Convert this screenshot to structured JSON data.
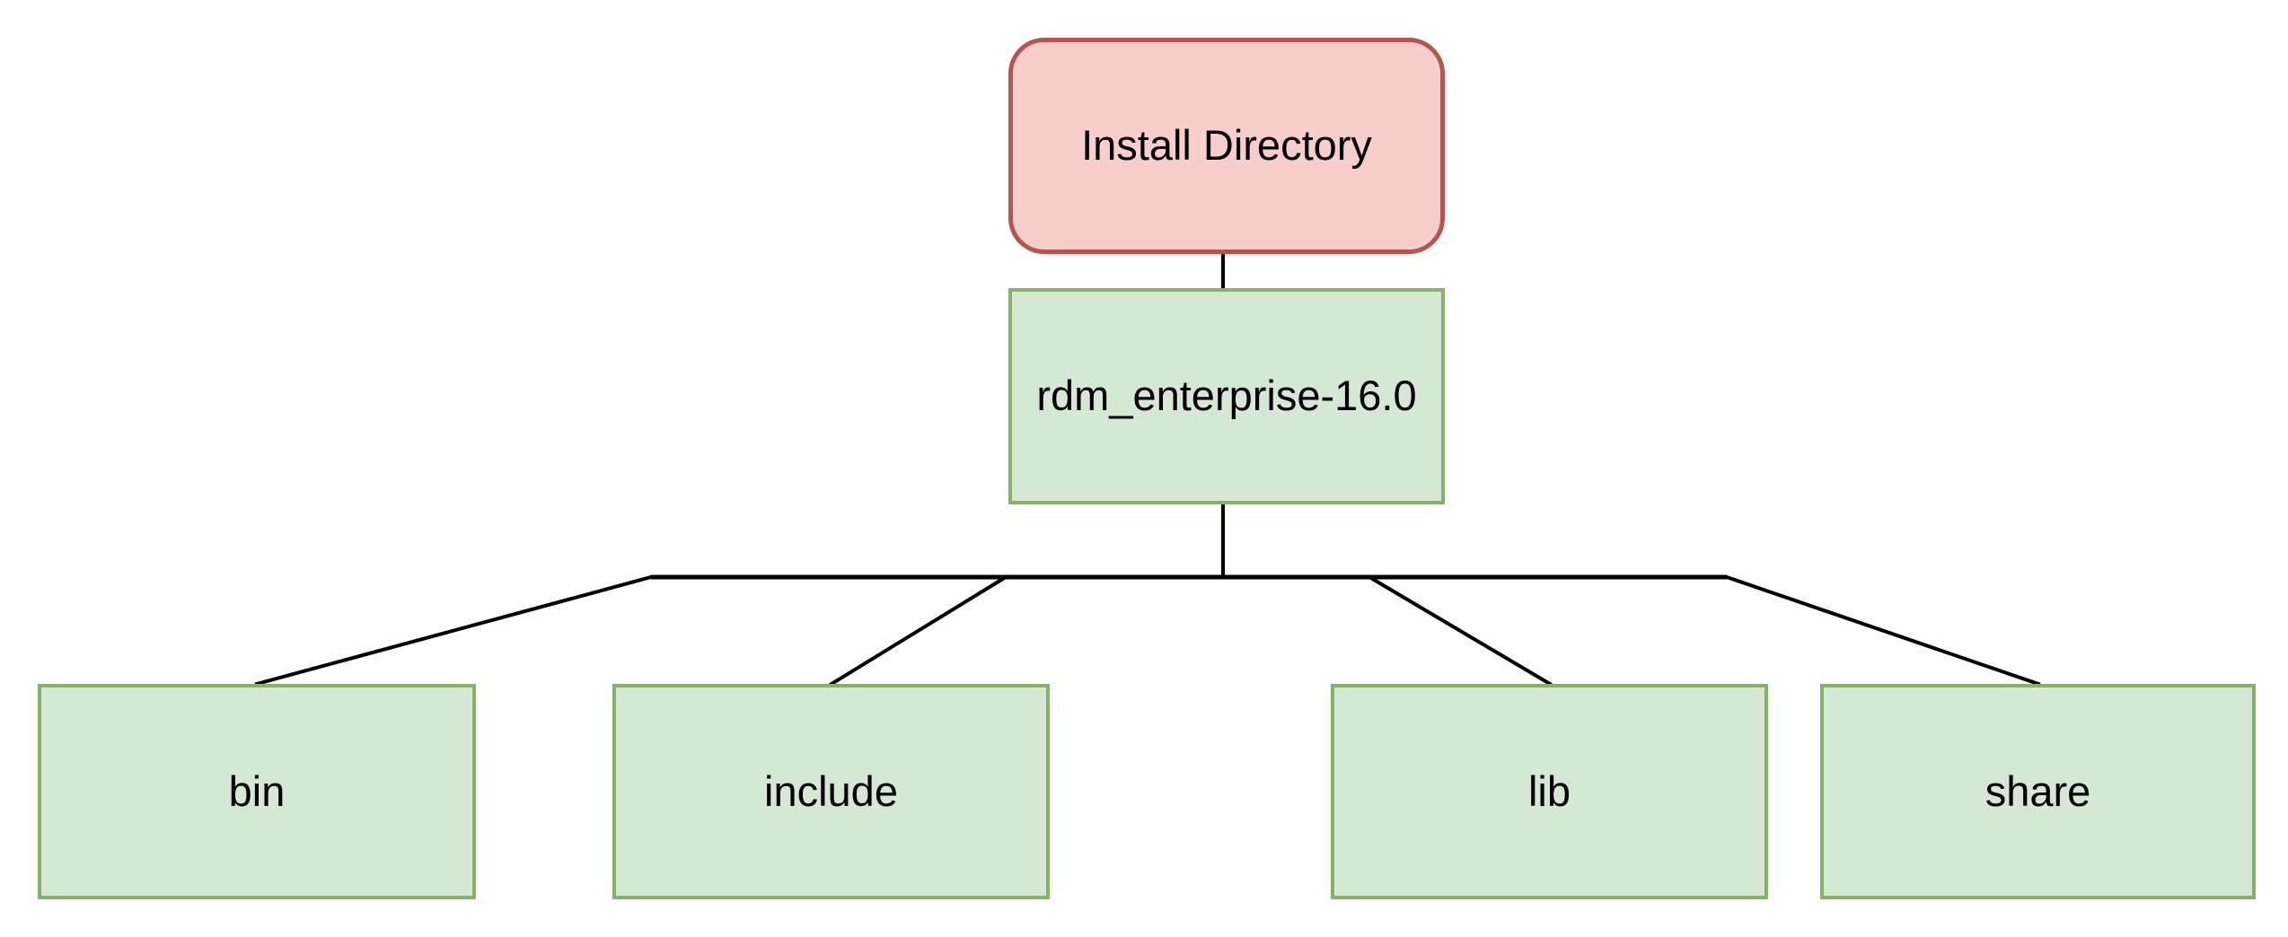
{
  "diagram": {
    "background": "#ffffff",
    "connector_color": "#000000",
    "palette": {
      "root_fill": "#f8cecc",
      "root_stroke": "#b85450",
      "folder_fill": "#d5e8d4",
      "folder_stroke": "#82b366"
    },
    "root": {
      "label": "Install Directory"
    },
    "install_folder": {
      "label": "rdm_enterprise-16.0"
    },
    "subfolders": [
      {
        "label": "bin"
      },
      {
        "label": "include"
      },
      {
        "label": "lib"
      },
      {
        "label": "share"
      }
    ]
  }
}
